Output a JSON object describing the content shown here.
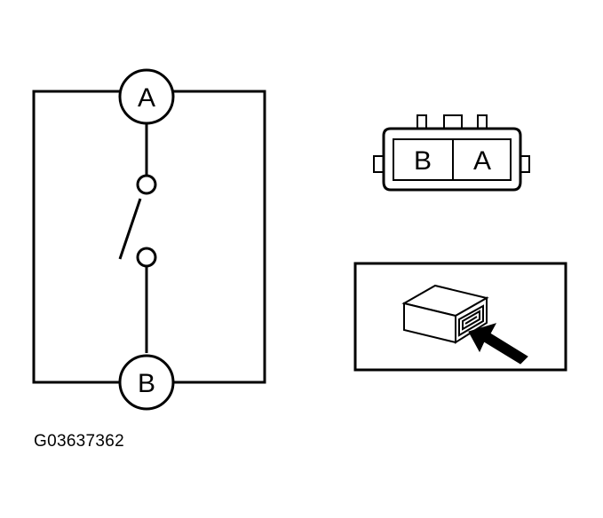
{
  "schematic": {
    "terminal_top": "A",
    "terminal_bottom": "B"
  },
  "connector": {
    "pin_left": "B",
    "pin_right": "A"
  },
  "figure_id": "G03637362"
}
